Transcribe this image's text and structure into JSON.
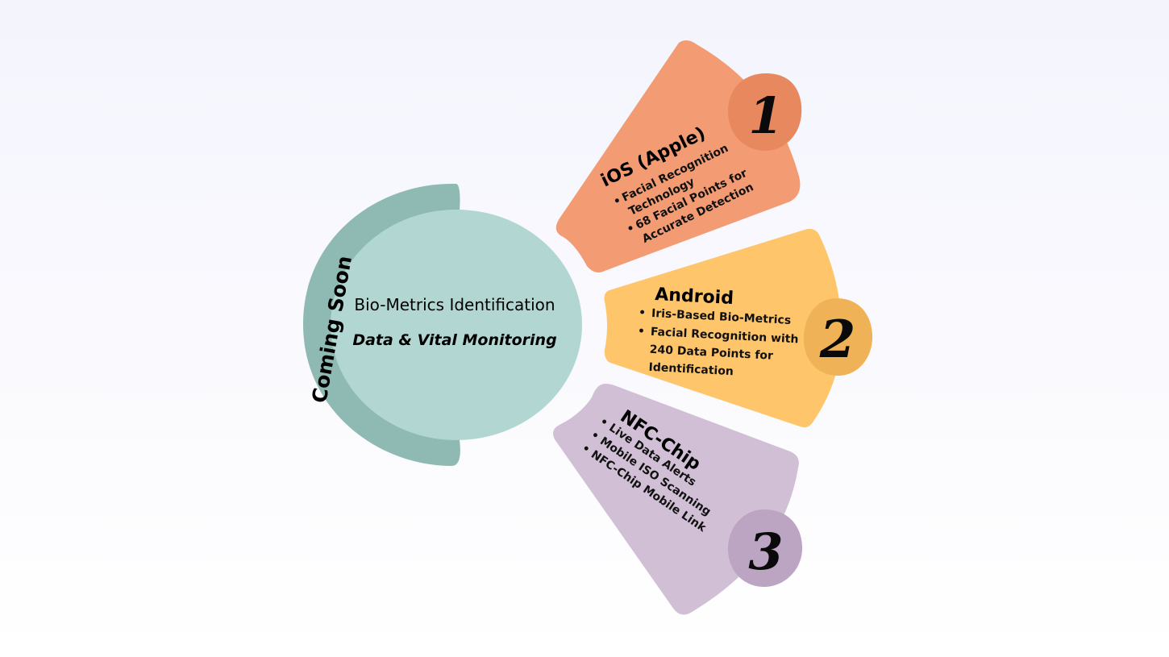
{
  "hub": {
    "title": "Bio-Metrics Identification",
    "subtitle": "Data & Vital Monitoring",
    "side_label": "Coming Soon"
  },
  "colors": {
    "hub_fill": "#b2d7d3",
    "hub_ring": "#8fbab4",
    "ios": "#f39c73",
    "ios_badge": "#e8885f",
    "android": "#fec56b",
    "android_badge": "#f0b256",
    "nfc": "#d0bfd5",
    "nfc_badge": "#bca5c3"
  },
  "segments": [
    {
      "number": "1",
      "title": "iOS (Apple)",
      "bullets": [
        {
          "marker": "•",
          "lines": [
            "Facial Recognition",
            "Technology"
          ]
        },
        {
          "marker": "•",
          "lines": [
            "68 Facial Points for",
            "Accurate Detection"
          ]
        }
      ]
    },
    {
      "number": "2",
      "title": "Android",
      "bullets": [
        {
          "marker": "•",
          "lines": [
            "Iris-Based Bio-Metrics"
          ]
        },
        {
          "marker": "•",
          "lines": [
            "Facial Recognition with",
            "240 Data Points for",
            "Identification"
          ]
        }
      ]
    },
    {
      "number": "3",
      "title": "NFC-Chip",
      "bullets": [
        {
          "marker": "•",
          "lines": [
            "Live Data Alerts"
          ]
        },
        {
          "marker": "•",
          "lines": [
            "Mobile ISO Scanning"
          ]
        },
        {
          "marker": "•",
          "lines": [
            "NFC-Chip Mobile Link"
          ]
        }
      ]
    }
  ]
}
